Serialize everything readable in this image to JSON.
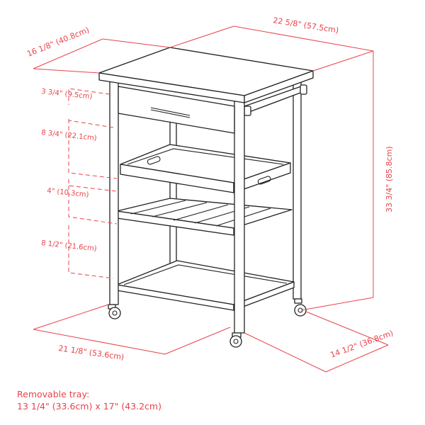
{
  "dimensions": {
    "depth_top": "16 1/8\" (40.8cm)",
    "width_top": "22 5/8\" (57.5cm)",
    "height_total": "33 3/4\" (85.8cm)",
    "width_base": "21 1/8\" (53.6cm)",
    "depth_base": "14 1/2\" (36.8cm)",
    "drawer_height": "3 3/4\" (9.5cm)",
    "drawer_to_tray": "8 3/4\" (22.1cm)",
    "tray_to_rack": "4\" (10.3cm)",
    "rack_to_shelf": "8 1/2\" (21.6cm)"
  },
  "note": {
    "line1": "Removable tray:",
    "line2": "13 1/4\" (33.6cm) x 17\" (43.2cm)"
  },
  "colors": {
    "dimension": "#e8434b",
    "outline": "#222222"
  }
}
